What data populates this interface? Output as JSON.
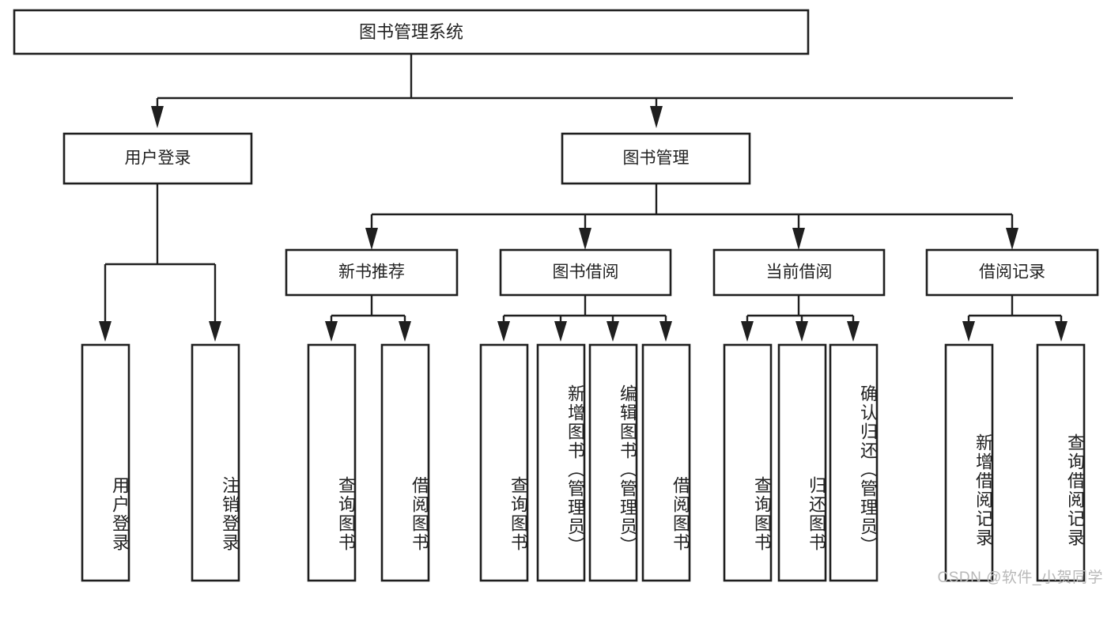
{
  "diagram": {
    "title": "图书管理系统",
    "type": "tree-hierarchy",
    "watermark": "CSDN @软件_小贺同学",
    "root": {
      "label": "图书管理系统",
      "orientation": "horizontal"
    },
    "level2": [
      {
        "label": "用户登录",
        "orientation": "horizontal"
      },
      {
        "label": "图书管理",
        "orientation": "horizontal"
      }
    ],
    "level3": [
      {
        "label": "新书推荐",
        "orientation": "horizontal"
      },
      {
        "label": "图书借阅",
        "orientation": "horizontal"
      },
      {
        "label": "当前借阅",
        "orientation": "horizontal"
      },
      {
        "label": "借阅记录",
        "orientation": "horizontal"
      }
    ],
    "leaves": {
      "user_login": [
        {
          "label": "用户登录",
          "orientation": "vertical"
        },
        {
          "label": "注销登录",
          "orientation": "vertical"
        }
      ],
      "new_book_recommend": [
        {
          "label": "查询图书",
          "orientation": "vertical"
        },
        {
          "label": "借阅图书",
          "orientation": "vertical"
        }
      ],
      "book_borrow": [
        {
          "label": "查询图书",
          "orientation": "vertical"
        },
        {
          "label": "新增图书（管理员）",
          "orientation": "vertical"
        },
        {
          "label": "编辑图书（管理员）",
          "orientation": "vertical"
        },
        {
          "label": "借阅图书",
          "orientation": "vertical"
        }
      ],
      "current_borrow": [
        {
          "label": "查询图书",
          "orientation": "vertical"
        },
        {
          "label": "归还图书",
          "orientation": "vertical"
        },
        {
          "label": "确认归还（管理员）",
          "orientation": "vertical"
        }
      ],
      "borrow_records": [
        {
          "label": "新增借阅记录",
          "orientation": "vertical"
        },
        {
          "label": "查询借阅记录",
          "orientation": "vertical"
        }
      ]
    },
    "colors": {
      "stroke": "#1f1f1f",
      "fill": "#ffffff",
      "text": "#222222",
      "watermark": "#b8b8b8"
    }
  }
}
